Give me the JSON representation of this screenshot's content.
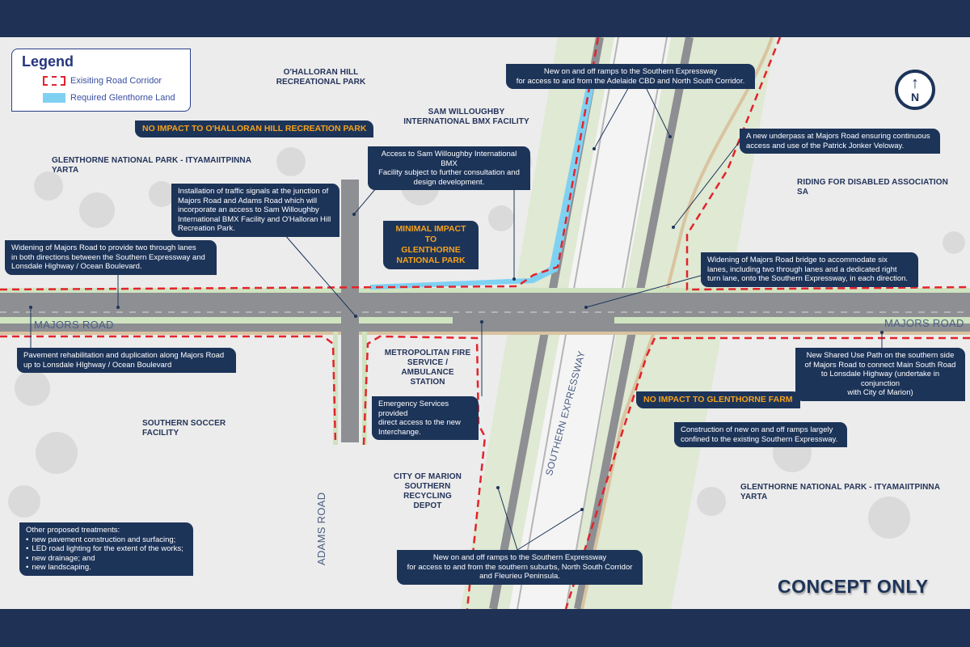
{
  "colors": {
    "navy_band": "#1f3154",
    "callout_bg": "#1d3459",
    "impact_text": "#f5a21c",
    "corridor_red": "#e3232b",
    "glenthorne_blue": "#7fd1f2",
    "map_bg": "#ededed",
    "road_gray": "#8d8f93",
    "verge_green": "#cfe3c0",
    "path_tan": "#d9c3a0"
  },
  "legend": {
    "title": "Legend",
    "items": [
      {
        "label": "Exisiting Road Corridor",
        "icon": "red-dashed-rectangle"
      },
      {
        "label": "Required Glenthorne Land",
        "icon": "light-blue-fill"
      }
    ]
  },
  "compass": {
    "arrow": "↑",
    "letter": "N"
  },
  "place_labels": {
    "ohalloran": "O'HALLORAN HILL\nRECREATIONAL PARK",
    "sam_willoughby": "SAM WILLOUGHBY\nINTERNATIONAL BMX FACILITY",
    "glenthorne_np_nw": "GLENTHORNE NATIONAL PARK - ITYAMAIITPINNA YARTA",
    "riding_disabled": "RIDING FOR DISABLED ASSOCIATION SA",
    "mfs": "METROPOLITAN FIRE\nSERVICE / AMBULANCE\nSTATION",
    "soccer": "SOUTHERN SOCCER FACILITY",
    "recycling": "CITY OF MARION\nSOUTHERN RECYCLING\nDEPOT",
    "glenthorne_np_se": "GLENTHORNE NATIONAL PARK - ITYAMAIITPINNA YARTA"
  },
  "road_labels": {
    "majors_west": "MAJORS ROAD",
    "majors_east": "MAJORS ROAD",
    "adams": "ADAMS ROAD",
    "expressway": "SOUTHERN EXPRESSWAY"
  },
  "impact_badges": {
    "ohalloran": "NO IMPACT TO O'HALLORAN HILL RECREATION PARK",
    "glenthorne_np": "MINIMAL IMPACT TO\nGLENTHORNE\nNATIONAL PARK",
    "glenthorne_farm": "NO IMPACT TO GLENTHORNE FARM"
  },
  "callouts": {
    "north_ramps": "New on and off ramps to the Southern Expressway\nfor access to and from the Adelaide CBD and North South Corridor.",
    "underpass": "A new underpass at Majors Road ensuring continuous\naccess and use of the Patrick Jonker Veloway.",
    "bmx_access": "Access to Sam Willoughby International BMX\nFacility subject to further consultation and\ndesign development.",
    "traffic_signals": "Installation of traffic signals at the junction of\nMajors Road and Adams Road which will\nincorporate an access to Sam Willoughby\nInternational BMX Facility and O'Halloran Hill\nRecreation Park.",
    "widening_majors": "Widening of Majors Road to provide two through lanes\nin both directions between the Southern Expressway and\nLonsdale Highway / Ocean Boulevard.",
    "bridge_widening": "Widening of Majors Road bridge to accommodate six\nlanes, including two through lanes and a dedicated right\nturn lane, onto the Southern Expressway, in each direction.",
    "pavement_rehab": "Pavement rehabilitation and duplication along Majors Road\nup to Lonsdale HIghway / Ocean Boulevard",
    "shared_use_path": "New Shared Use Path on the southern side\nof Majors Road to connect Main South Road\nto Lonsdale Highway (undertake in conjunction\nwith City of Marion)",
    "emergency_services": "Emergency Services provided\ndirect access to the new\nInterchange.",
    "confined_ramps": "Construction of new on and off ramps largely\nconfined to the existing Southern Expressway.",
    "south_ramps": "New on and off ramps to the Southern Expressway\nfor access to and from the southern suburbs, North South Corridor\nand Fleurieu Peninsula.",
    "other_treatments": {
      "heading": "Other proposed treatments:",
      "items": [
        "new pavement construction and surfacing;",
        "LED road lighting for the extent of the works;",
        "new drainage; and",
        "new landscaping."
      ]
    }
  },
  "watermark": "CONCEPT ONLY"
}
